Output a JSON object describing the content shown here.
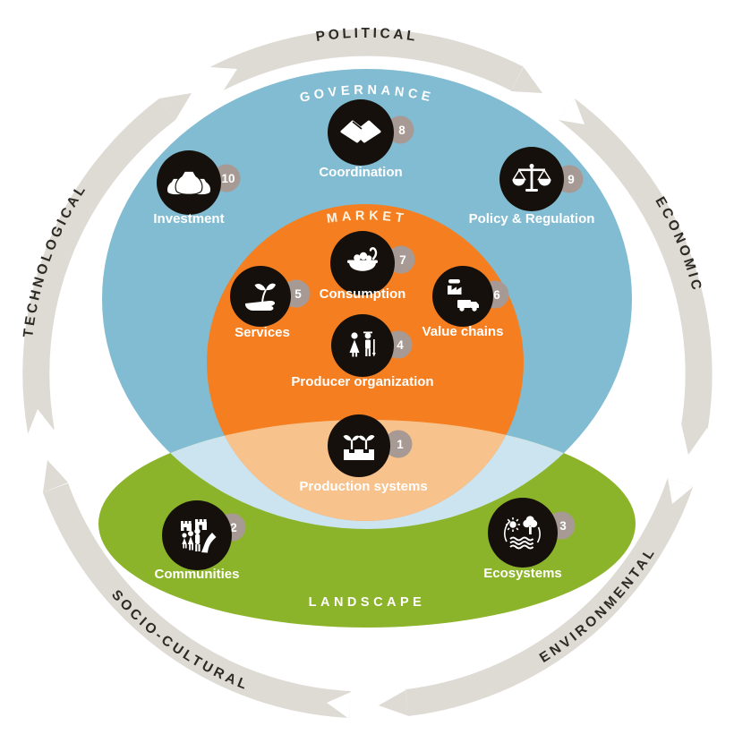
{
  "ring": {
    "color": "#dedad4",
    "flow": "clockwise",
    "labels": [
      {
        "id": "political",
        "text": "POLITICAL"
      },
      {
        "id": "economic",
        "text": "ECONOMIC"
      },
      {
        "id": "environmental",
        "text": "ENVIRONMENTAL"
      },
      {
        "id": "socio-cultural",
        "text": "SOCIO-CULTURAL"
      },
      {
        "id": "technological",
        "text": "TECHNOLOGICAL"
      }
    ]
  },
  "zones": [
    {
      "id": "governance",
      "label": "GOVERNANCE",
      "color": "#81bcd2"
    },
    {
      "id": "market",
      "label": "MARKET",
      "color": "#f57f20"
    },
    {
      "id": "landscape",
      "label": "LANDSCAPE",
      "color": "#8cb42a"
    }
  ],
  "overlap_colors": {
    "governance_landscape": "#cbe4ef",
    "market_landscape": "#f8c28d"
  },
  "node_style": {
    "circle_color": "#15100b",
    "badge_color": "#a79a94",
    "label_color": "#ffffff"
  },
  "nodes": [
    {
      "number": "1",
      "label": "Production systems",
      "icon": "planter-sprouts-icon"
    },
    {
      "number": "2",
      "label": "Communities",
      "icon": "houses-people-road-icon"
    },
    {
      "number": "3",
      "label": "Ecosystems",
      "icon": "sun-tree-water-icon"
    },
    {
      "number": "4",
      "label": "Producer organization",
      "icon": "farmers-icon"
    },
    {
      "number": "5",
      "label": "Services",
      "icon": "hand-sprout-icon"
    },
    {
      "number": "6",
      "label": "Value chains",
      "icon": "factory-truck-icon"
    },
    {
      "number": "7",
      "label": "Consumption",
      "icon": "pot-ladle-icon"
    },
    {
      "number": "8",
      "label": "Coordination",
      "icon": "handshake-icon"
    },
    {
      "number": "9",
      "label": "Policy & Regulation",
      "icon": "scales-icon"
    },
    {
      "number": "10",
      "label": "Investment",
      "icon": "money-bags-icon"
    }
  ]
}
